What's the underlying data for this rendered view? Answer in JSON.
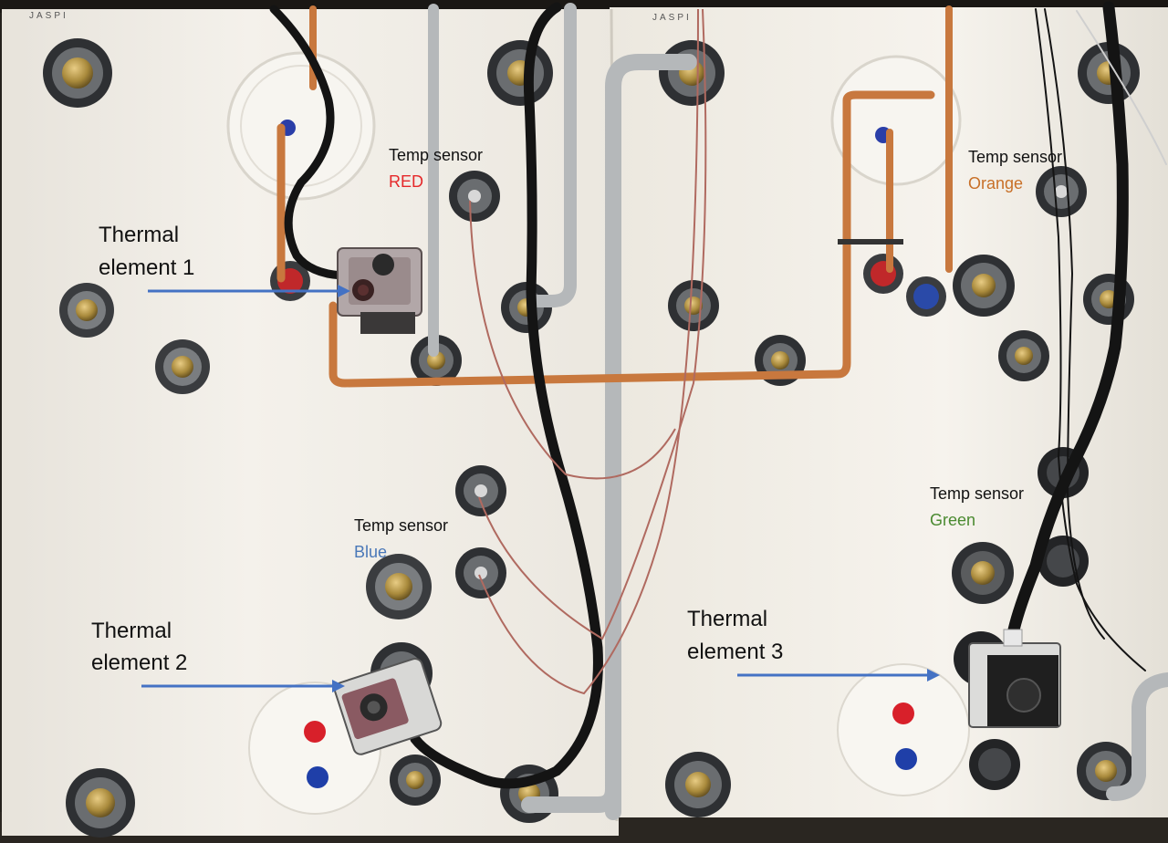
{
  "brand": "JASPI",
  "sensors": [
    {
      "title": "Temp sensor",
      "color_name": "RED",
      "color": "#e5282a"
    },
    {
      "title": "Temp sensor",
      "color_name": "Orange",
      "color": "#c87028"
    },
    {
      "title": "Temp sensor",
      "color_name": "Blue",
      "color": "#4a78b8"
    },
    {
      "title": "Temp sensor",
      "color_name": "Green",
      "color": "#4a8a30"
    }
  ],
  "elements": [
    {
      "line1": "Thermal",
      "line2": "element 1"
    },
    {
      "line1": "Thermal",
      "line2": "element 2"
    },
    {
      "line1": "Thermal",
      "line2": "element 3"
    }
  ],
  "colors": {
    "arrow": "#4472c4",
    "panel": "#f3f0ea",
    "copper": "#c8783e",
    "steel": "#b5b8ba",
    "cable": "#141414"
  }
}
